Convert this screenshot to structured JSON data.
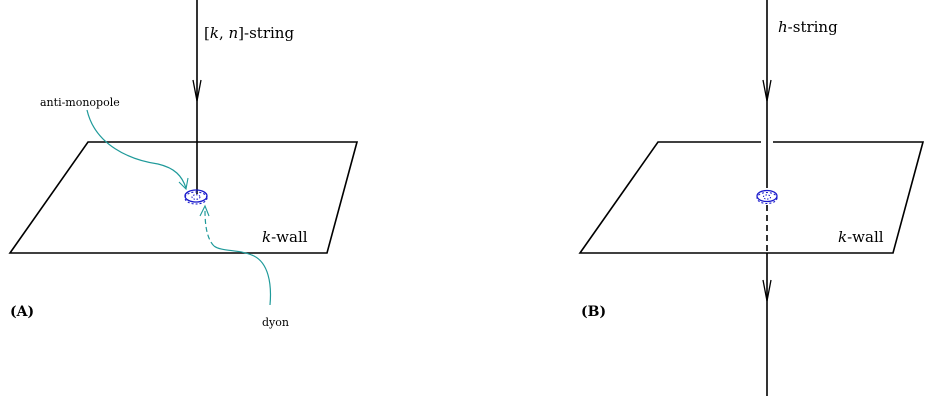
{
  "panels": [
    {
      "id": "A",
      "panel_label": "(A)",
      "string_label": {
        "prefix": "[",
        "k": "k",
        "sep": ", ",
        "n": "n",
        "suffix": "]-string"
      },
      "wall_label": {
        "k": "k",
        "text": "-wall"
      },
      "monopole_label": "anti-monopole",
      "dyon_label": "dyon"
    },
    {
      "id": "B",
      "panel_label": "(B)",
      "string_label": {
        "h": "h",
        "text": "-string"
      },
      "wall_label": {
        "k": "k",
        "text": "-wall"
      }
    }
  ],
  "colors": {
    "line": "#000000",
    "monopole": "#1a1acc",
    "arrow_curve": "#1f9a9a"
  }
}
